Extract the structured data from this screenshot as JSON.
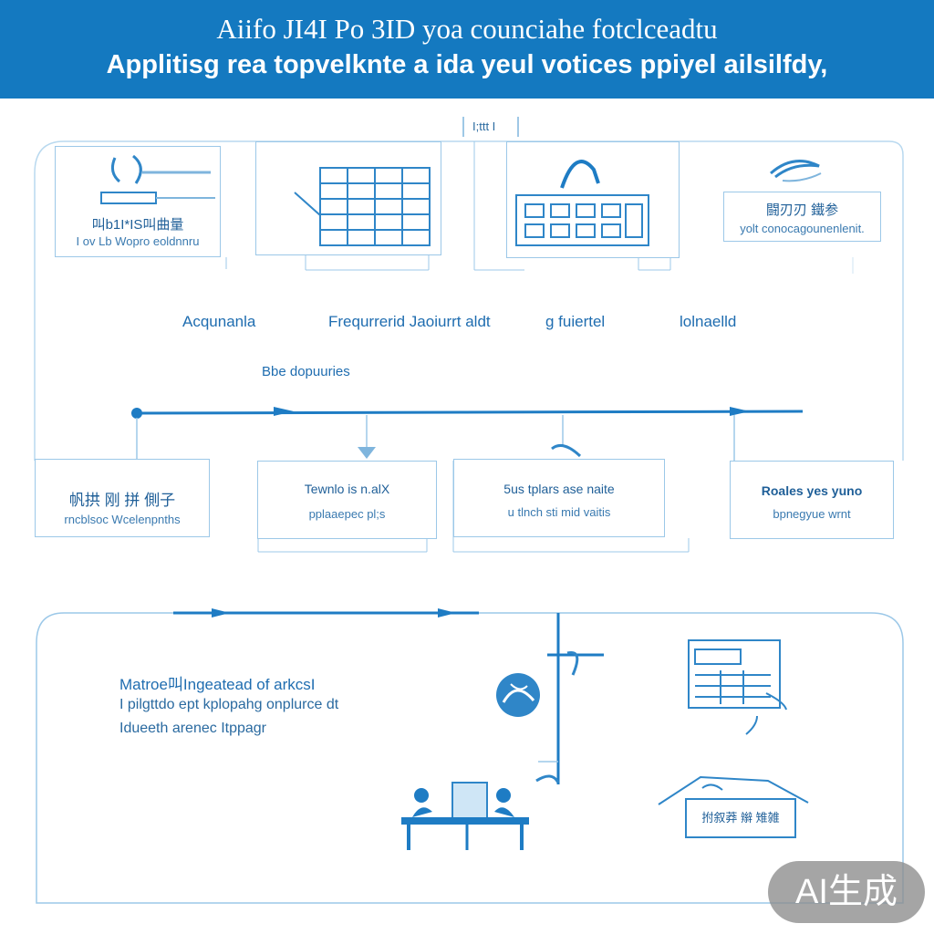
{
  "header": {
    "line1": "Aiifo JI4I Po 3ID yoa counciahe fotclceadtu",
    "line2": "Applitisg   rea topvelknte a ida yeul  votices ppiyel ailsilfdy,"
  },
  "top_tab_label": "I;ttt I",
  "top_cards": [
    {
      "line1": "叫b1I*IS叫曲量",
      "line2": "I ov Lb Wopro eoldnnru"
    },
    {
      "line1": "闘刃刃 鐵参",
      "line2": "yolt conocagounenlenit."
    }
  ],
  "category_labels": [
    "Acqunanla",
    "Frequrrerid  Jaoiurrt aldt",
    "g fuiertel",
    "lolnaelld"
  ],
  "section_label": "Bbe  dopuuries",
  "mid_cards": [
    {
      "line1": "帆拱 刚 拼 側子",
      "line2": "rncblsoc Wcelenpnths"
    },
    {
      "line1": "Tewnlo is n.alX",
      "line2": "pplaaepec pl;s"
    },
    {
      "line1": "5us  tplars ase naite",
      "line2": "u tlnch  sti mid vaitis"
    },
    {
      "line1": "Roales yes yuno",
      "line2": "bpnegyue wrnt"
    }
  ],
  "bottom_text": {
    "line1": "Matroe叫Ingeatead of arkcsI",
    "line2": "I pilgttdo ept kplopahg onplurce dt",
    "line3": "Idueeth arenec Itppagr"
  },
  "bottom_sign": "拊叙莽  辮 雉雑",
  "badge": "AI生成",
  "colors": {
    "primary": "#1479c0",
    "line": "#9cc8e8",
    "accent": "#1a6fb5"
  }
}
